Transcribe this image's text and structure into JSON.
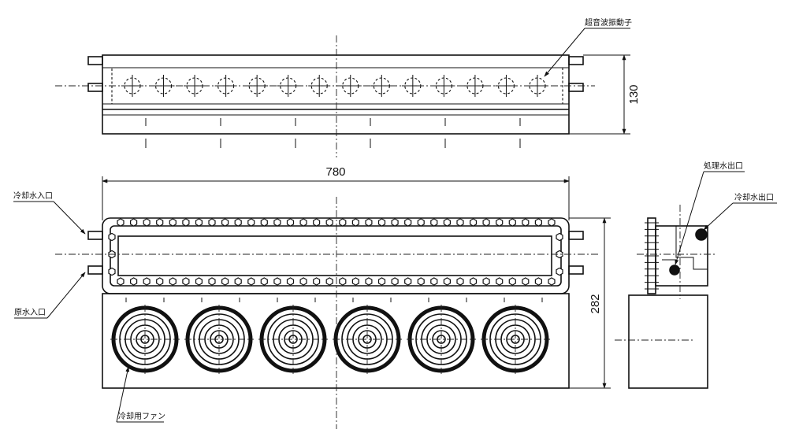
{
  "drawing": {
    "labels": {
      "transducer": "超音波振動子",
      "cooling_in": "冷却水入口",
      "raw_in": "原水入口",
      "fan": "冷却用ファン",
      "treated_out": "処理水出口",
      "cooling_out": "冷却水出口"
    },
    "dimensions": {
      "height_top": "130",
      "width_front": "780",
      "height_front": "282"
    },
    "counts": {
      "transducers": 14,
      "fans": 6,
      "bolts_per_row": 34
    }
  }
}
